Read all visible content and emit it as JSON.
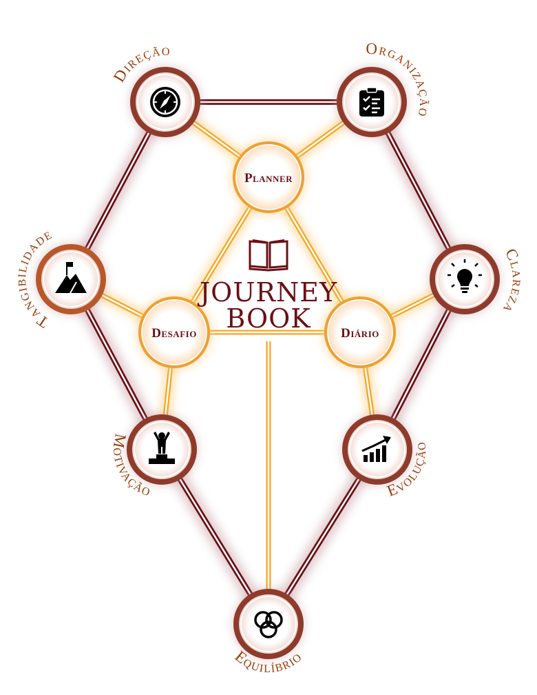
{
  "title": {
    "line1": "JOURNEY",
    "line2": "BOOK",
    "icon": "open-book-icon"
  },
  "outer_nodes": [
    {
      "id": "direcao",
      "label": "Direção",
      "icon": "compass-icon"
    },
    {
      "id": "organizacao",
      "label": "Organização",
      "icon": "checklist-clipboard-icon"
    },
    {
      "id": "clareza",
      "label": "Clareza",
      "icon": "lightbulb-icon"
    },
    {
      "id": "evolucao",
      "label": "Evolução",
      "icon": "growth-chart-icon"
    },
    {
      "id": "equilibrio",
      "label": "Equilíbrio",
      "icon": "interlocked-rings-icon"
    },
    {
      "id": "motivacao",
      "label": "Motivação",
      "icon": "podium-person-icon"
    },
    {
      "id": "tangibilidade",
      "label": "Tangibilidade",
      "icon": "mountain-flag-icon"
    }
  ],
  "inner_nodes": [
    {
      "id": "planner",
      "label": "Planner"
    },
    {
      "id": "desafio",
      "label": "Desafio"
    },
    {
      "id": "diario",
      "label": "Diário"
    }
  ],
  "colors": {
    "outer_line": "#6b0f16",
    "inner_line": "#f5a623",
    "ring": "#8e3b2c",
    "label": "#9a3b08",
    "text": "#6b0f16"
  }
}
